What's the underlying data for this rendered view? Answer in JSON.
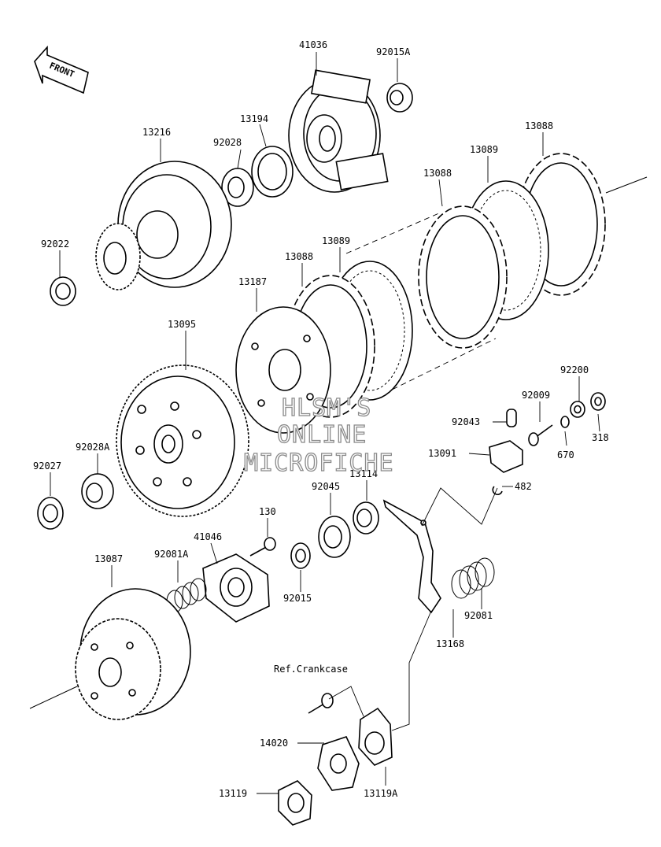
{
  "diagram": {
    "front_label": "FRONT",
    "watermark": [
      "HLSM'S",
      "ONLINE",
      "MICROFICHE"
    ],
    "reference_note": "Ref.Crankcase",
    "callouts": {
      "p41036": "41036",
      "p92015A": "92015A",
      "p13194": "13194",
      "p13216": "13216",
      "p92028": "92028",
      "p13088_top": "13088",
      "p13089_top": "13089",
      "p13088_mid": "13088",
      "p92022": "92022",
      "p13089_mid": "13089",
      "p13088_low": "13088",
      "p13187": "13187",
      "p13095": "13095",
      "p92200": "92200",
      "p92009": "92009",
      "p92043": "92043",
      "p318": "318",
      "p13091": "13091",
      "p670": "670",
      "p92027": "92027",
      "p92028A": "92028A",
      "p13114": "13114",
      "p92045": "92045",
      "p482": "482",
      "p130": "130",
      "p41046": "41046",
      "p13087": "13087",
      "p92081A": "92081A",
      "p92015": "92015",
      "p92081": "92081",
      "p13168": "13168",
      "p14020": "14020",
      "p13119": "13119",
      "p13119A": "13119A"
    }
  }
}
